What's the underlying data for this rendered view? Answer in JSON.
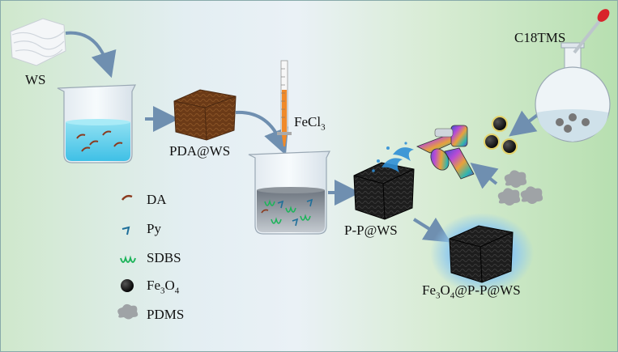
{
  "labels": {
    "ws": "WS",
    "pda_ws": "PDA@WS",
    "fecl3": "FeCl3",
    "c18tms": "C18TMS",
    "pp_ws": "P-P@WS",
    "final": "Fe3O4@P-P@WS"
  },
  "legend": [
    {
      "key": "da",
      "label": "DA",
      "color": "#8b3a1e"
    },
    {
      "key": "py",
      "label": "Py",
      "color": "#1f6f9a"
    },
    {
      "key": "sdbs",
      "label": "SDBS",
      "color": "#1db45a"
    },
    {
      "key": "fe3o4",
      "label": "Fe3O4",
      "color": "#000000"
    },
    {
      "key": "pdms",
      "label": "PDMS",
      "color": "#9a9a9a"
    }
  ],
  "colors": {
    "pda_sponge": "#6b3a17",
    "black_sponge": "#1a1a1a",
    "arrow": "#6f8fb0",
    "pipette_liquid": "#f08a2a",
    "dropper_bulb": "#d8232a"
  }
}
